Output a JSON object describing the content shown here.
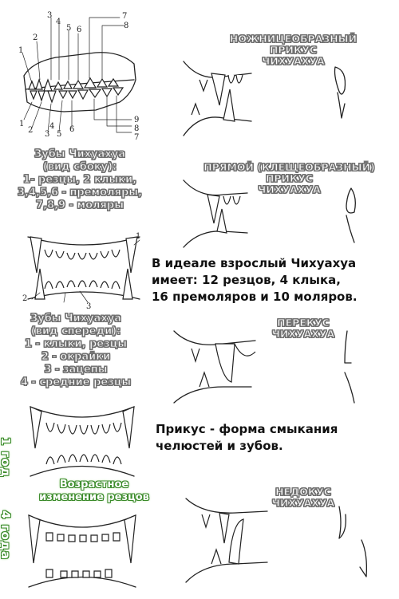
{
  "side_view": {
    "numbers_top": [
      "3",
      "4",
      "5",
      "6",
      "7",
      "8"
    ],
    "numbers_top_left": [
      "2",
      "1"
    ],
    "numbers_bottom": [
      "1",
      "2",
      "3",
      "4",
      "5",
      "6"
    ],
    "numbers_right": [
      "9",
      "8",
      "7"
    ],
    "caption": [
      "Зубы Чихуахуа",
      "(вид сбоку):",
      "1- резцы,  2 клыки,",
      "3,4,5,6 - премоляры,",
      "7,8,9 - моляры"
    ]
  },
  "front_view": {
    "numbers": [
      "1",
      "2",
      "3"
    ],
    "caption": [
      "Зубы Чихуахуа",
      "(вид спереди):",
      "1 - клыки, резцы",
      "2 - окрайки",
      "3 - зацепы",
      "4 - средние резцы"
    ]
  },
  "age": {
    "label_1": "1 год",
    "label_4": "4 года",
    "caption": [
      "Возрастное",
      "изменение резцов"
    ]
  },
  "bites": {
    "scissor": [
      "НОЖНИЦЕОБРАЗНЫЙ",
      "ПРИКУС",
      "ЧИХУАХУА"
    ],
    "straight": [
      "ПРЯМОЙ (КЛЕЩЕОБРАЗНЫЙ)",
      "ПРИКУС",
      "ЧИХУАХУА"
    ],
    "overbite": [
      "ПЕРЕКУС",
      "ЧИХУАХУА"
    ],
    "underbite": [
      "НЕДОКУС",
      "ЧИХУАХУА"
    ]
  },
  "info": {
    "ideal": [
      "В идеале взрослый Чихуахуа",
      "имеет: 12 резцов, 4 клыка,",
      "16 премоляров и 10 моляров."
    ],
    "bite_def": [
      "Прикус - форма смыкания",
      "челюстей и зубов."
    ]
  }
}
